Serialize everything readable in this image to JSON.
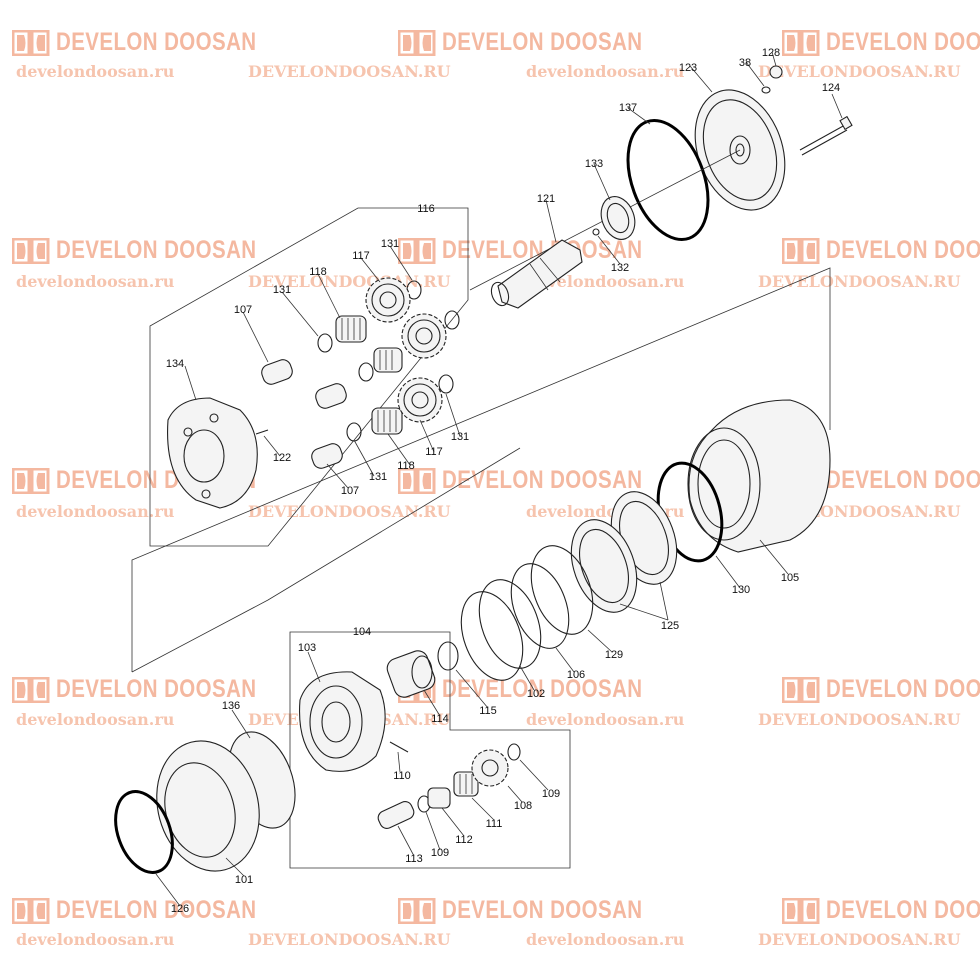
{
  "watermark": {
    "brand": "DEVELON DOOSAN",
    "url_lower": "develondoosan.ru",
    "url_upper": "DEVELONDOOSAN.RU",
    "color": "#f4b8a0"
  },
  "part_labels": {
    "p101": "101",
    "p102": "102",
    "p103": "103",
    "p104": "104",
    "p105": "105",
    "p106": "106",
    "p107a": "107",
    "p107b": "107",
    "p108": "108",
    "p109a": "109",
    "p109b": "109",
    "p110": "110",
    "p111": "111",
    "p112": "112",
    "p113": "113",
    "p114": "114",
    "p115": "115",
    "p116": "116",
    "p117a": "117",
    "p117b": "117",
    "p118a": "118",
    "p118b": "118",
    "p121": "121",
    "p122": "122",
    "p123": "123",
    "p124": "124",
    "p125": "125",
    "p126": "126",
    "p128": "128",
    "p129": "129",
    "p130": "130",
    "p131a": "131",
    "p131b": "131",
    "p131c": "131",
    "p131d": "131",
    "p132": "132",
    "p133": "133",
    "p134": "134",
    "p136": "136",
    "p137": "137",
    "p38": "38"
  },
  "icons": {
    "logo": "develon-logo-icon"
  }
}
